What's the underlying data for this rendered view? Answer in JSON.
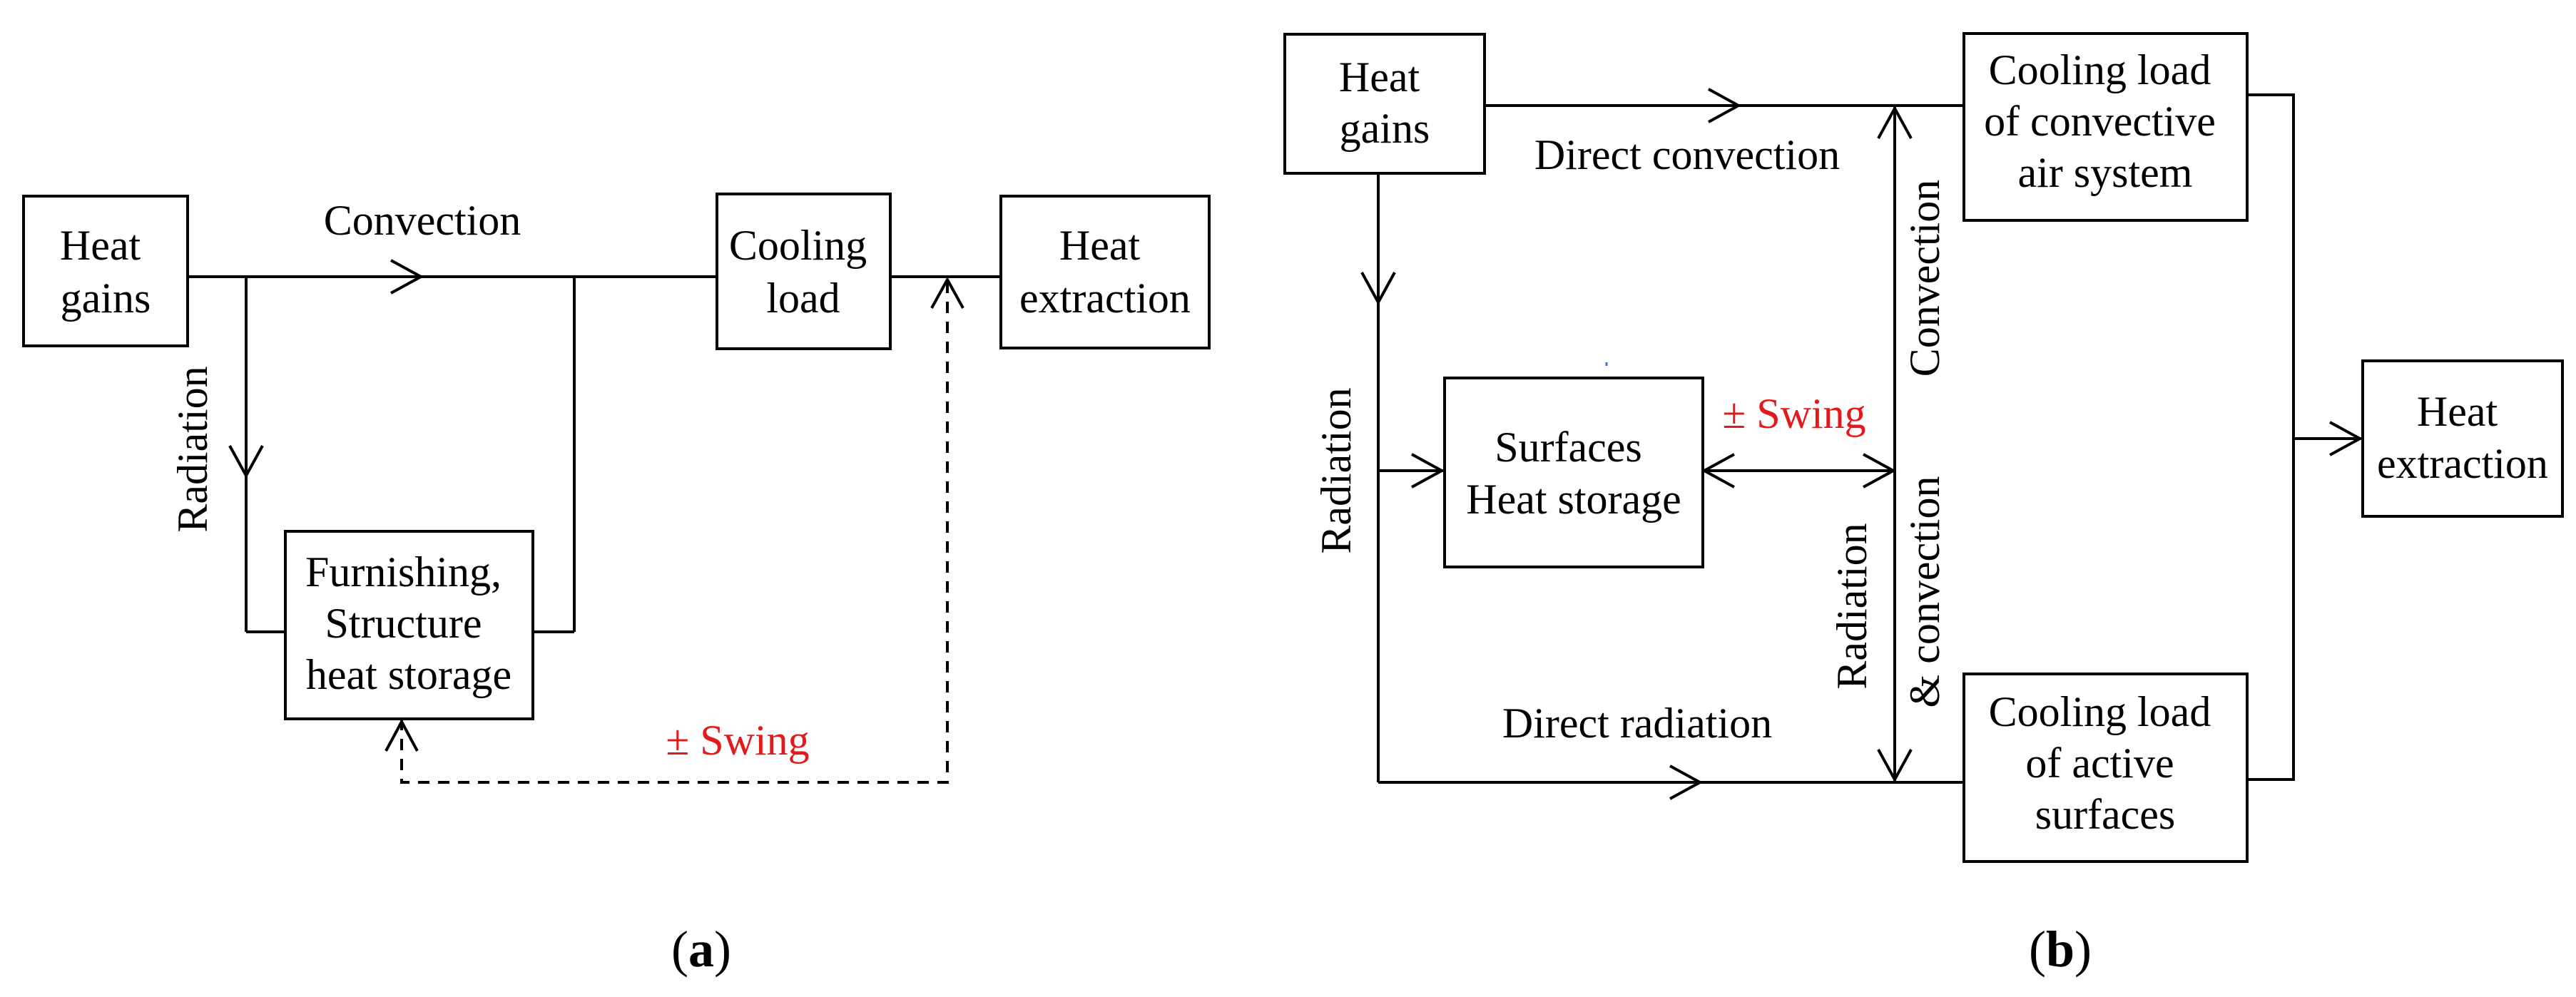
{
  "colors": {
    "line": "#000000",
    "swing": "#e31a1c",
    "background": "#ffffff"
  },
  "panel_a": {
    "heat_gains": [
      "Heat",
      "gains"
    ],
    "convection": "Convection",
    "radiation": "Radiation",
    "cooling_load": [
      "Cooling",
      "load"
    ],
    "heat_extraction": [
      "Heat",
      "extraction"
    ],
    "storage": [
      "Furnishing,",
      "Structure",
      "heat storage"
    ],
    "swing": "± Swing",
    "caption": {
      "open": "(",
      "letter": "a",
      "close": ")"
    }
  },
  "panel_b": {
    "heat_gains": [
      "Heat",
      "gains"
    ],
    "direct_convection": "Direct convection",
    "radiation": "Radiation",
    "surfaces": [
      "Surfaces",
      "Heat storage"
    ],
    "swing": "± Swing",
    "convection_vertical": "Convection",
    "radiation_vertical": "Radiation",
    "and_convection_vertical": "& convection",
    "direct_radiation": "Direct radiation",
    "cooling_convective": [
      "Cooling  load",
      "of convective",
      "air system"
    ],
    "cooling_active": [
      "Cooling  load",
      "of active",
      "surfaces"
    ],
    "heat_extraction": [
      "Heat",
      "extraction"
    ],
    "caption": {
      "open": "(",
      "letter": "b",
      "close": ")"
    }
  }
}
